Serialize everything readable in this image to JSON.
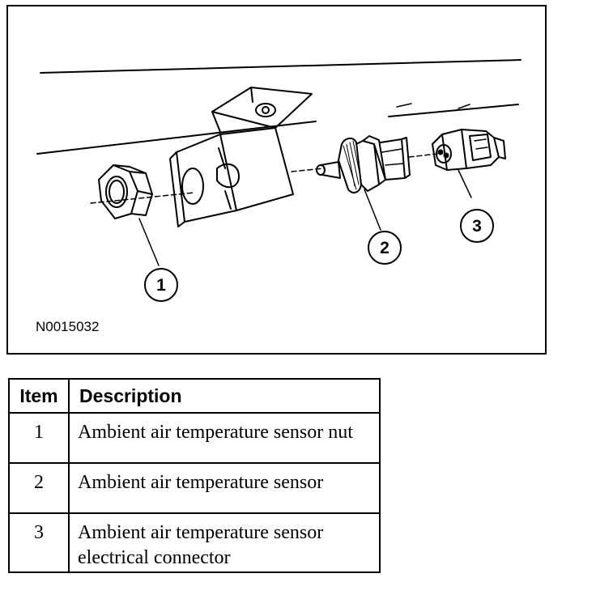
{
  "figure": {
    "id": "N0015032",
    "callouts": [
      "1",
      "2",
      "3"
    ]
  },
  "table": {
    "headers": {
      "item": "Item",
      "description": "Description"
    },
    "rows": [
      {
        "item": "1",
        "description": "Ambient air temperature sensor nut"
      },
      {
        "item": "2",
        "description": "Ambient air temperature sensor"
      },
      {
        "item": "3",
        "description": "Ambient air temperature sensor electrical connector"
      }
    ]
  }
}
